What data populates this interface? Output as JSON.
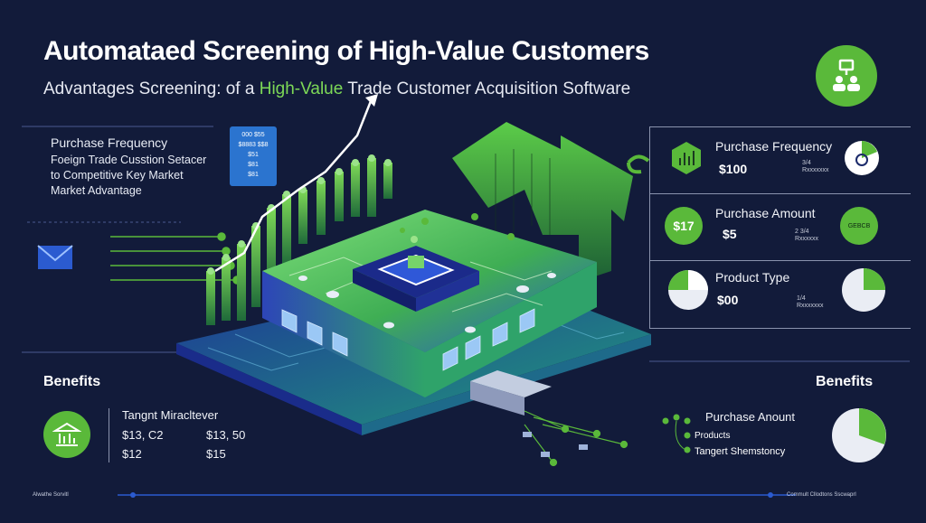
{
  "title": "Automataed Screening of High-Value Customers",
  "subtitle": {
    "before": "Advantages Screening: of a ",
    "highlight": "High-Value",
    "after": " Trade Customer Acquisition Software"
  },
  "left_block": {
    "heading": "Purchase Frequency",
    "lines": [
      "Foeign Trade Cusstion Setacer",
      "to Competitive Key Market",
      "Market Advantage"
    ]
  },
  "blue_card": {
    "lines": [
      "000 $55",
      "$8883 $$8",
      "$51",
      "$81",
      "$81"
    ]
  },
  "right_panels": [
    {
      "label": "Purchase Frequency",
      "value": "$100",
      "tiny": "3/4\nRxxxxxxx"
    },
    {
      "label": "Purchase Amount",
      "value": "$5",
      "badge": "$17",
      "tiny": "2 3/4\nRxxxxxx",
      "right_badge": "GEBCB"
    },
    {
      "label": "Product Type",
      "value": "$00",
      "tiny": "1/4\nRxxxxxxx"
    }
  ],
  "benefits_left": {
    "title": "Benefits",
    "heading": "Tangnt Miracltever",
    "row1": [
      "$13, C2",
      "$13, 50"
    ],
    "row2": [
      "$12",
      "$15"
    ]
  },
  "benefits_right": {
    "title": "Benefits",
    "items": [
      "Purchase Anount",
      "Products",
      "Tangert Shemstoncy"
    ]
  },
  "footer": {
    "left": "Alwathe Sorvitl",
    "right": "Commult Cllodtons Sscwaprl"
  },
  "colors": {
    "background": "#121b3a",
    "accent_green": "#5ab93a",
    "blue": "#2b5bd0"
  }
}
